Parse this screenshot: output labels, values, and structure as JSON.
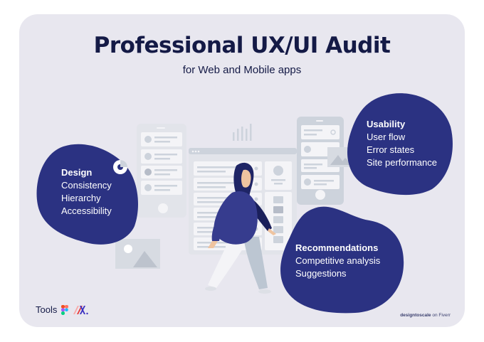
{
  "header": {
    "title": "Professional UX/UI Audit",
    "subtitle": "for Web and Mobile apps"
  },
  "sections": [
    {
      "heading": "Design",
      "items": [
        "Consistency",
        "Hierarchy",
        "Accessibility"
      ]
    },
    {
      "heading": "Usability",
      "items": [
        "User flow",
        "Error states",
        "Site performance"
      ]
    },
    {
      "heading": "Recommendations",
      "items": [
        "Competitive analysis",
        "Suggestions"
      ]
    }
  ],
  "footer": {
    "tools_label": "Tools",
    "tools_icons": [
      "figma-icon",
      "miro-icon"
    ],
    "credit_brand": "designtoscale",
    "credit_suffix": " on Fiverr"
  },
  "colors": {
    "background": "#e8e7ef",
    "blob": "#2b3282",
    "title": "#141a46",
    "wireframe": "#cdd3dc",
    "wireframe_panel": "#f4f4f7"
  }
}
